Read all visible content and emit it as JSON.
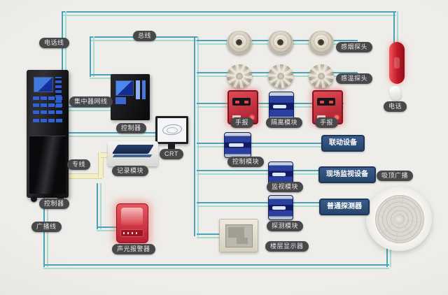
{
  "diagram_title": "fire-alarm-system-wiring-diagram",
  "labels": {
    "phone_line": "电话线",
    "bus_line": "总线",
    "network_line": "集中器网线",
    "controller_panel": "控制器",
    "crt": "CRT",
    "record_module": "记录模块",
    "dedicated_line": "专线",
    "controller_cabinet": "控制器",
    "broadcast_line": "广播线",
    "sound_light_alarm": "声光报警器",
    "smoke_detector": "感烟探头",
    "heat_detector": "感温探头",
    "manual_call_left": "手报",
    "isolation_module": "隔离模块",
    "manual_call_right": "手报",
    "control_module": "控制模块",
    "linkage_device": "联动设备",
    "monitor_module": "监视模块",
    "site_monitor_device": "现场监视设备",
    "detect_module": "探测模块",
    "common_detector": "普通探测器",
    "floor_display": "楼层显示器",
    "telephone": "电话",
    "ceiling_speaker": "吸顶广播"
  },
  "colors": {
    "background": "#eeede9",
    "wire_dark": "#4ba3b8",
    "wire_light": "#a4dbd2",
    "wire_dedicated_yellow": "#f3efc8",
    "label_pill": "#48484b",
    "device_tag_blue": "#2e4e78",
    "alarm_red": "#c5303e",
    "module_blue": "#2b3f9e"
  }
}
